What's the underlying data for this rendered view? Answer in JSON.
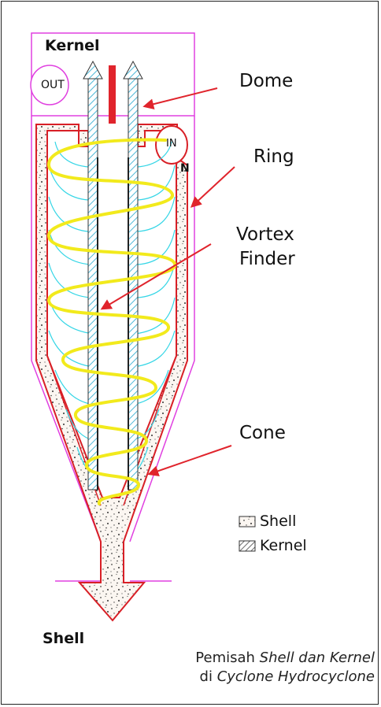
{
  "labels": {
    "kernel_top": "Kernel",
    "out": "OUT",
    "in": "IN",
    "n_mark": "N",
    "shell_bottom": "Shell"
  },
  "callouts": {
    "dome": "Dome",
    "ring": "Ring",
    "vortex_line1": "Vortex",
    "vortex_line2": "Finder",
    "cone": "Cone"
  },
  "legend": {
    "shell": "Shell",
    "kernel": "Kernel"
  },
  "caption": {
    "line1_a": "Pemisah ",
    "line1_b": "Shell dan Kernel",
    "line2_a": "di ",
    "line2_b": "Cyclone Hydrocyclone"
  },
  "colors": {
    "outline_magenta": "#e040e0",
    "body_red": "#d81f26",
    "swirl_yellow": "#f2ea1c",
    "flow_cyan": "#35d6e6",
    "arrow_red": "#e0242c",
    "finder_stripe": "#4fb9d8"
  }
}
